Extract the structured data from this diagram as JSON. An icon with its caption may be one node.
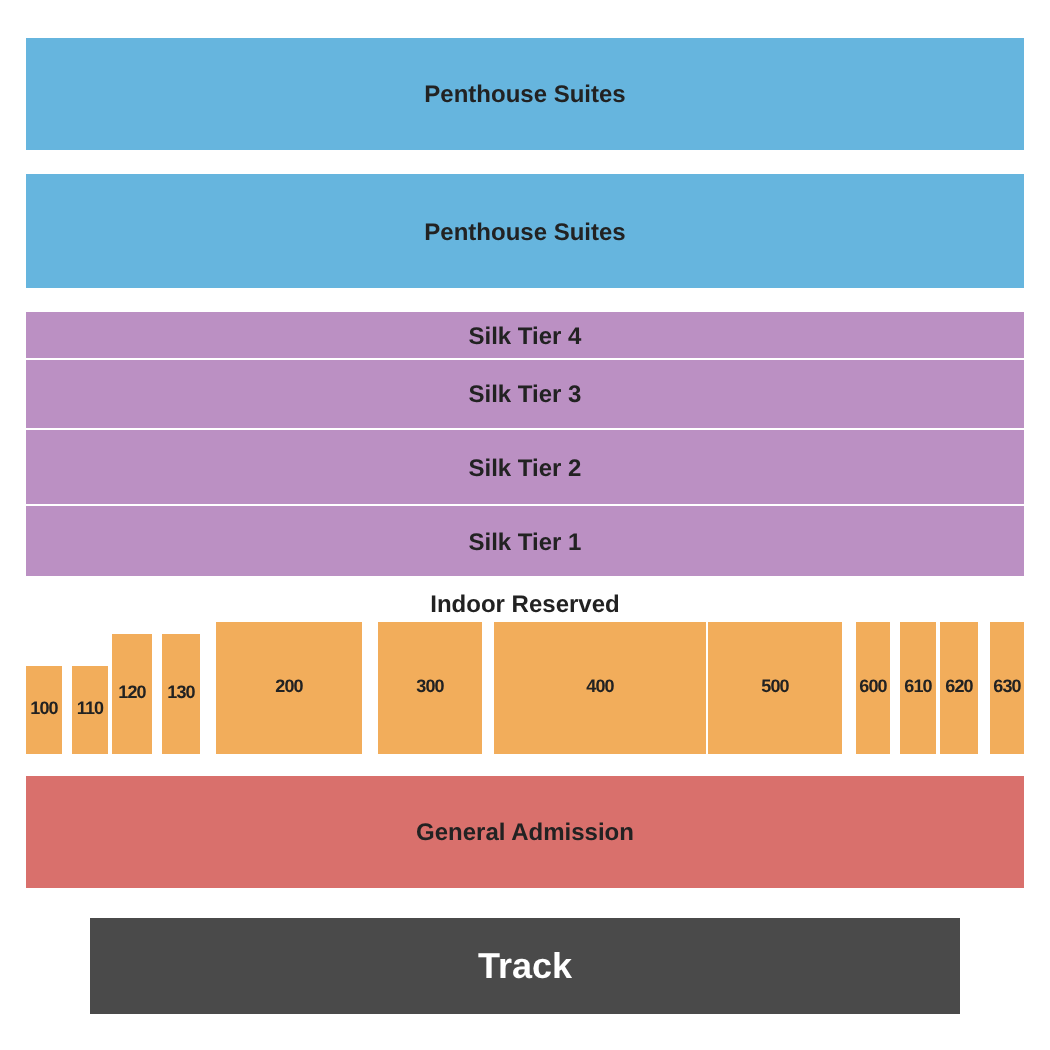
{
  "diagram": {
    "nodes": [
      {
        "text": [
          "Penthouse Suites"
        ]
      },
      {
        "text": [
          "Penthouse Suites"
        ]
      },
      {
        "text": [
          "Silk Tier 4"
        ]
      },
      {
        "text": [
          "Silk Tier 3"
        ]
      },
      {
        "text": [
          "Silk Tier 2"
        ]
      },
      {
        "text": [
          "Silk Tier 1"
        ]
      },
      {
        "text": [
          "100"
        ]
      },
      {
        "text": [
          "110"
        ]
      },
      {
        "text": [
          "120"
        ]
      },
      {
        "text": [
          "130"
        ]
      },
      {
        "text": [
          "200"
        ]
      },
      {
        "text": [
          "300"
        ]
      },
      {
        "text": [
          "400"
        ]
      },
      {
        "text": [
          "500"
        ]
      },
      {
        "text": [
          "600"
        ]
      },
      {
        "text": [
          "610"
        ]
      },
      {
        "text": [
          "620"
        ]
      },
      {
        "text": [
          "630"
        ]
      },
      {
        "text": [
          "General Admission"
        ]
      },
      {
        "text": [
          "Track"
        ]
      }
    ],
    "labels": [
      "Indoor Reserved"
    ]
  }
}
